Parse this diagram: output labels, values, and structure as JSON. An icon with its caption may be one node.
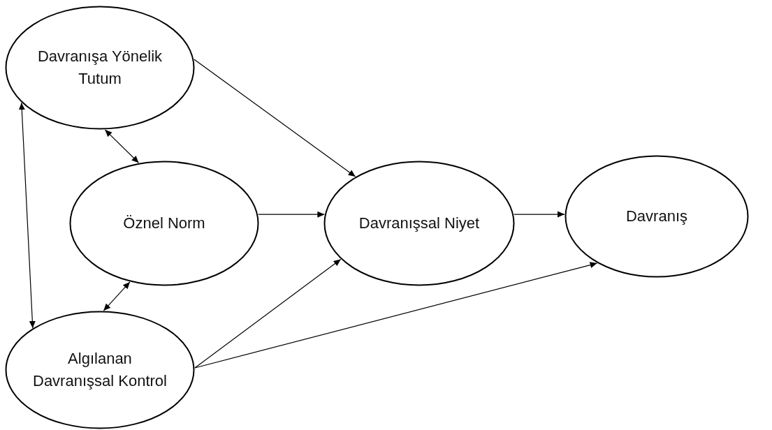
{
  "diagram": {
    "nodes": [
      {
        "text": [
          "Davranışa Yönelik Tutum"
        ]
      },
      {
        "text": [
          "Öznel Norm"
        ]
      },
      {
        "text": [
          "Davranışsal Niyet"
        ]
      },
      {
        "text": [
          "Davranış"
        ]
      },
      {
        "text": [
          "Algılanan Davranışsal Kontrol"
        ]
      }
    ],
    "edges": [
      {
        "from": 0,
        "to": 2,
        "arrow": "to"
      },
      {
        "from": 0,
        "to": 4,
        "arrow": "both"
      },
      {
        "from": 0,
        "to": 1,
        "arrow": "both"
      },
      {
        "from": 1,
        "to": 2,
        "arrow": "to"
      },
      {
        "from": 2,
        "to": 3,
        "arrow": "to"
      },
      {
        "from": 4,
        "to": 2,
        "arrow": "to"
      },
      {
        "from": 4,
        "to": 3,
        "arrow": "to"
      },
      {
        "from": 1,
        "to": 4,
        "arrow": "both"
      }
    ]
  }
}
